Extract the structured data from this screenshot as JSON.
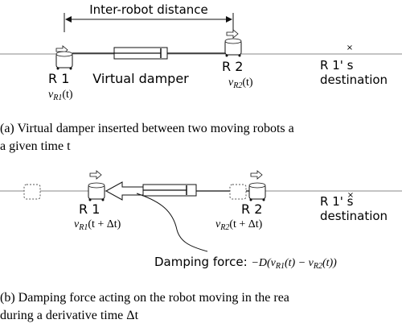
{
  "panel_a": {
    "distance_label": "Inter-robot distance",
    "robot1_label": "R 1",
    "robot2_label": "R 2",
    "damper_label": "Virtual damper",
    "v1": "v",
    "v1_sub": "R1",
    "v1_arg": "(t)",
    "v2": "v",
    "v2_sub": "R2",
    "v2_arg": "(t)",
    "dest_line1": "R 1' s",
    "dest_line2": "destination",
    "caption_line1": "(a) Virtual damper inserted between two moving robots a",
    "caption_line2": "a given time t"
  },
  "panel_b": {
    "robot1_label": "R 1",
    "robot2_label": "R 2",
    "v1": "v",
    "v1_sub": "R1",
    "v1_arg": "(t + Δt)",
    "v2": "v",
    "v2_sub": "R2",
    "v2_arg": "(t + Δt)",
    "dest_line1": "R 1' s",
    "dest_line2": "destination",
    "force_label": "Damping force: ",
    "force_formula": "−D(v",
    "force_sub1": "R1",
    "force_mid": "(t) − v",
    "force_sub2": "R2",
    "force_end": "(t))",
    "caption_line1": "(b) Damping force acting on the robot moving in the rea",
    "caption_line2": "during a derivative time Δt"
  }
}
